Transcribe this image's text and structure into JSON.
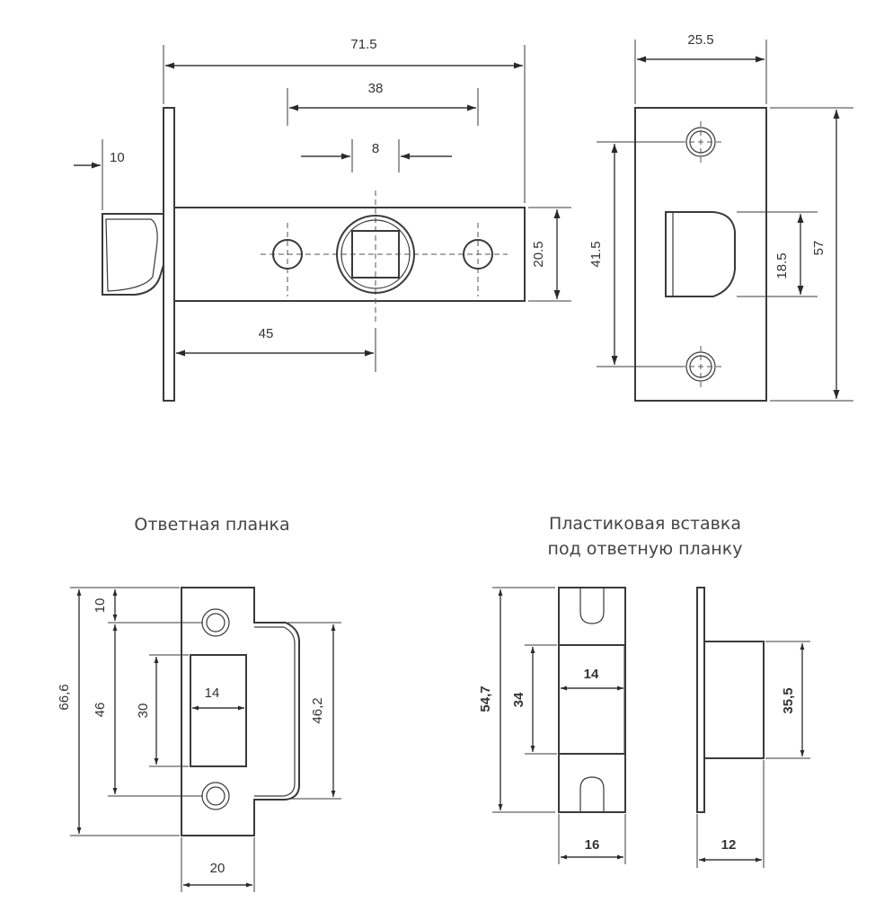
{
  "captions": {
    "strike_plate": "Ответная планка",
    "plastic_insert_line1": "Пластиковая вставка",
    "plastic_insert_line2": "под ответную планку"
  },
  "latch": {
    "dims": {
      "overall_length": "71.5",
      "hole_spacing": "38",
      "spindle_size": "8",
      "latch_offset": "10",
      "body_height": "20.5",
      "backset": "45"
    }
  },
  "faceplate": {
    "dims": {
      "width": "25.5",
      "hole_centers": "41.5",
      "latch_height": "18.5",
      "height": "57"
    }
  },
  "strike": {
    "dims": {
      "top_offset": "10",
      "overall_height": "66,6",
      "hole_centers": "46",
      "window_height": "30",
      "window_width": "14",
      "lip_height": "46,2",
      "width": "20"
    }
  },
  "insert": {
    "dims": {
      "overall_height": "54,7",
      "pocket_height": "34",
      "pocket_width": "14",
      "width": "16",
      "box_height": "35,5",
      "depth": "12"
    }
  }
}
